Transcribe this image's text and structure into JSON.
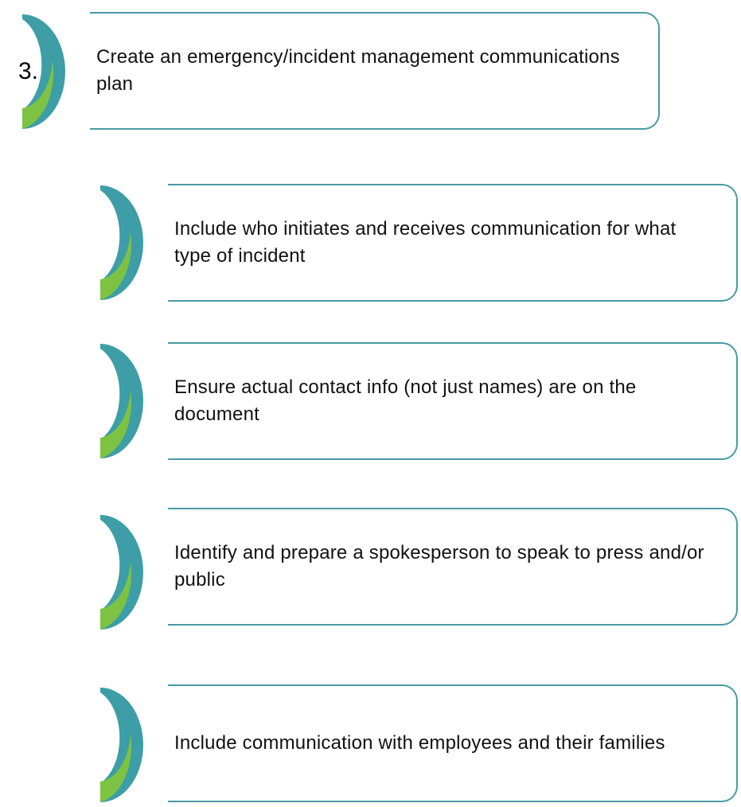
{
  "colors": {
    "teal": "#3d9ea7",
    "green": "#7dc242",
    "outline": "#4a9aa3",
    "text": "#111111"
  },
  "main_step": {
    "number": "3.",
    "text": "Create an emergency/incident management communications plan"
  },
  "sub_steps": [
    {
      "text": "Include who initiates and receives communication for what type of incident"
    },
    {
      "text": "Ensure actual contact info (not just names) are on the document"
    },
    {
      "text": "Identify and prepare a spokesperson to speak to press and/or public"
    },
    {
      "text": "Include communication with employees and their families"
    }
  ]
}
